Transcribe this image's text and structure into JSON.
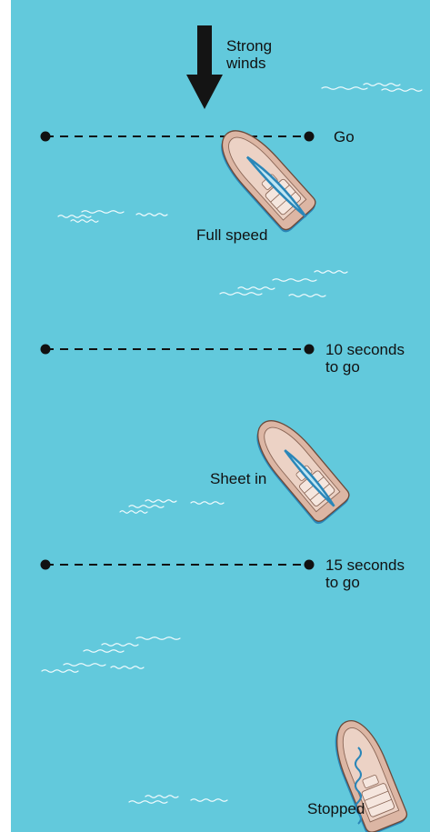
{
  "colors": {
    "water": "#62c9dc",
    "wave": "#f2fbfd",
    "line": "#111111",
    "hull": "#dcb6a4",
    "hull_outline": "#6b4a3a",
    "shadow": "#2a86b8",
    "sail": "#2a86b8",
    "sail_light": "#bfe6f3"
  },
  "icons": [
    "wind-arrow-icon",
    "boat-icon",
    "wake-icon"
  ],
  "wind": {
    "label": "Strong\nwinds"
  },
  "lines": [
    {
      "label": "Go"
    },
    {
      "label": "10 seconds\nto go"
    },
    {
      "label": "15 seconds\nto go"
    }
  ],
  "boats": [
    {
      "label": "Full speed"
    },
    {
      "label": "Sheet in"
    },
    {
      "label": "Stopped"
    }
  ]
}
